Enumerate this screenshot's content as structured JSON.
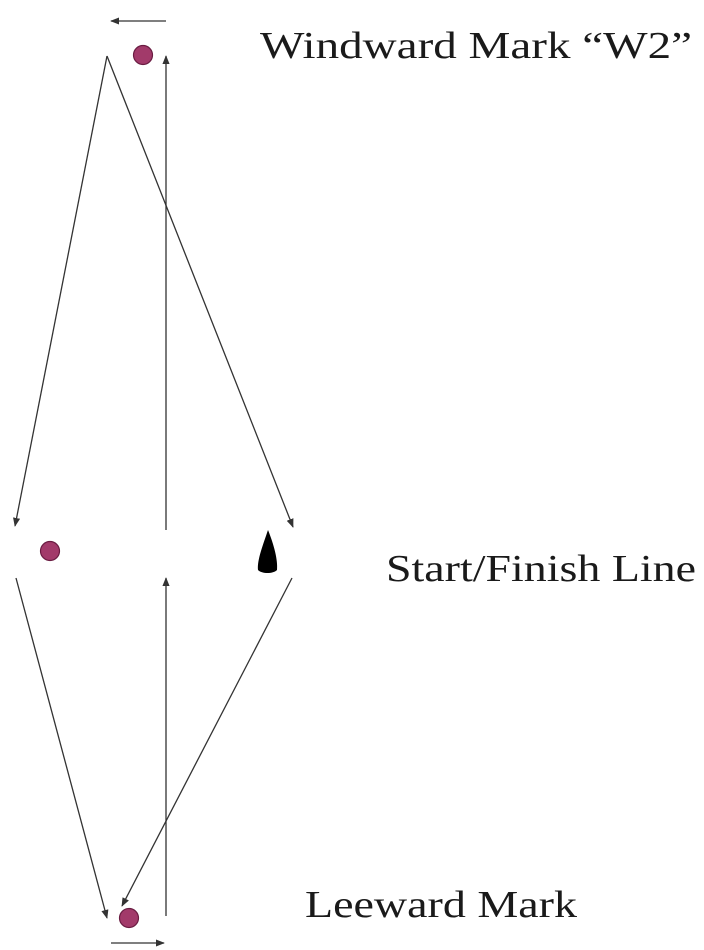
{
  "labels": {
    "windward_mark": "Windward Mark “W2”",
    "start_finish_line": "Start/Finish Line",
    "leeward_mark": "Leeward Mark"
  },
  "colors": {
    "mark_buoy": "#a23a6a",
    "committee_boat": "#000000",
    "course_line": "#333333"
  },
  "icons": {
    "mark": "buoy-circle",
    "committee_boat": "boat-silhouette"
  }
}
